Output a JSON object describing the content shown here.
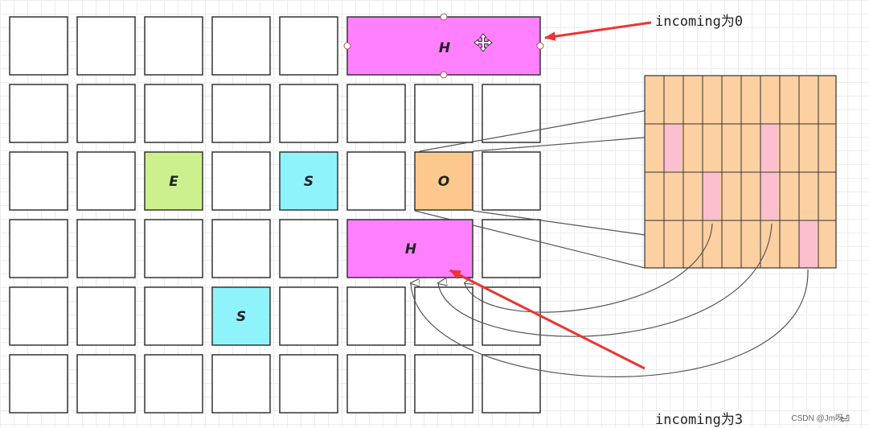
{
  "diagram": {
    "labels": {
      "top_incoming": "incoming为0",
      "bottom_incoming": "incoming为3",
      "watermark": "CSDN @Jm呀",
      "enter_glyph": "⏎"
    },
    "nodes": [
      {
        "label": "H",
        "color": "#ff80ff"
      },
      {
        "label": "E",
        "color": "#ccf08e"
      },
      {
        "label": "S",
        "color": "#8ff3fb"
      },
      {
        "label": "O",
        "color": "#fdc88e"
      },
      {
        "label": "H",
        "color": "#ff80ff"
      },
      {
        "label": "S",
        "color": "#8ff3fb"
      }
    ],
    "icons": {
      "move": "move-icon"
    },
    "colors": {
      "cell_border": "#333333",
      "cell_fill": "#ffffff",
      "memory_fill": "#fdd0a2",
      "memory_highlight": "#fbbfd0",
      "arrow_red": "#ee3333",
      "connector": "#555555",
      "selection_handle": "#aa5555"
    }
  }
}
